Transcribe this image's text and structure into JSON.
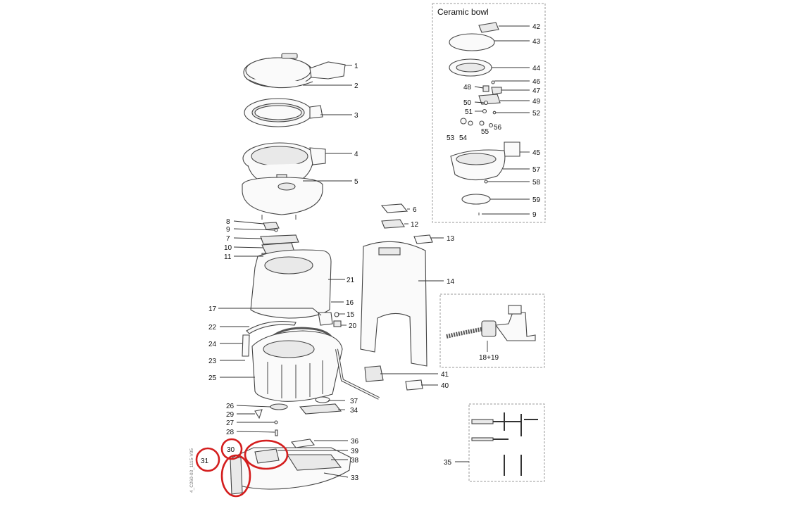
{
  "ceramic_inset": {
    "title": "Ceramic bowl"
  },
  "hose_inset": {
    "label": "18+19"
  },
  "document_code": "4_C260-03_1115-V05",
  "highlight_color": "#d41e1e",
  "callouts": {
    "c1": "1",
    "c2": "2",
    "c3": "3",
    "c4": "4",
    "c5": "5",
    "c6": "6",
    "c7": "7",
    "c8": "8",
    "c9": "9",
    "c10": "10",
    "c11": "11",
    "c12": "12",
    "c13": "13",
    "c14": "14",
    "c15": "15",
    "c16": "16",
    "c17": "17",
    "c20": "20",
    "c21": "21",
    "c22": "22",
    "c23": "23",
    "c24": "24",
    "c25": "25",
    "c26": "26",
    "c27": "27",
    "c28": "28",
    "c29": "29",
    "c30": "30",
    "c31": "31",
    "c33": "33",
    "c34": "34",
    "c35": "35",
    "c36": "36",
    "c37": "37",
    "c38": "38",
    "c39": "39",
    "c40": "40",
    "c41": "41",
    "c42": "42",
    "c43": "43",
    "c44": "44",
    "c45": "45",
    "c46": "46",
    "c47": "47",
    "c48": "48",
    "c49": "49",
    "c50": "50",
    "c51": "51",
    "c52": "52",
    "c53": "53",
    "c54": "54",
    "c55": "55",
    "c56": "56",
    "c57": "57",
    "c58": "58",
    "c59": "59",
    "c9b": "9"
  }
}
